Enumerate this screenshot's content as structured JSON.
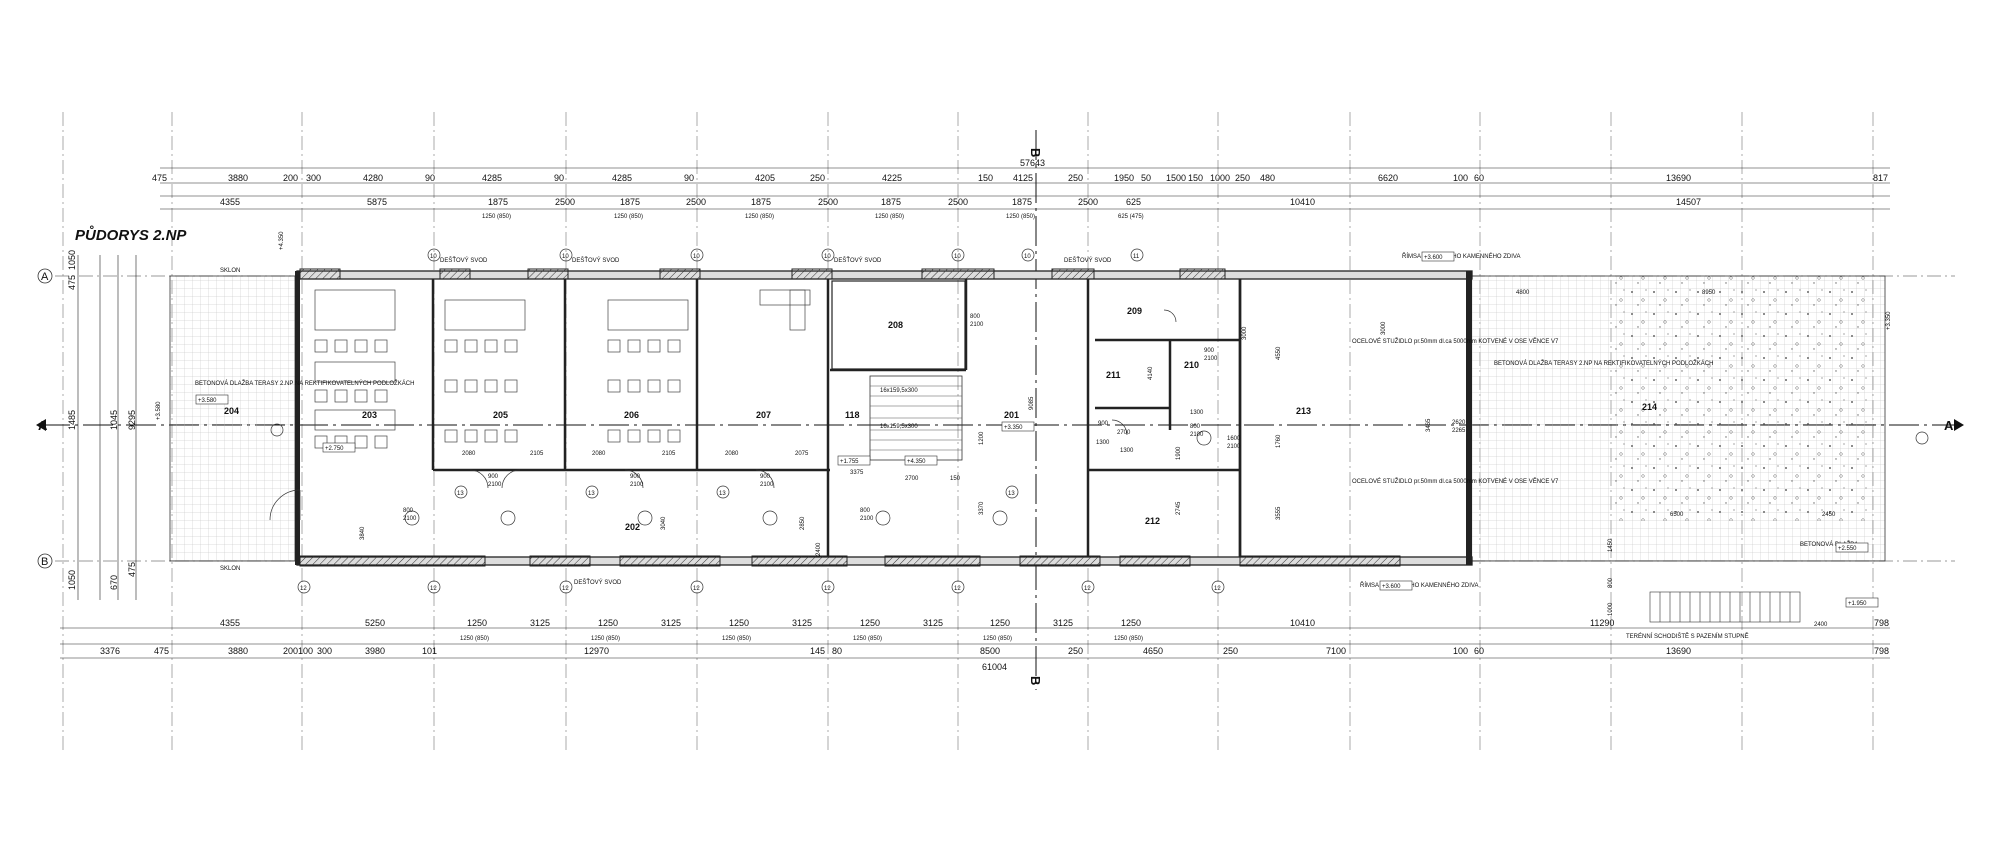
{
  "title": "PŮDORYS 2.NP",
  "grid_rows": [
    {
      "label": "A"
    },
    {
      "label": "B"
    }
  ],
  "section_marks": {
    "aa": "A",
    "bb": "B"
  },
  "top_dims": {
    "row1": [
      "475",
      "3880",
      "200",
      "300",
      "4280",
      "90",
      "4285",
      "90",
      "4285",
      "90",
      "4205",
      "250",
      "4225",
      "150",
      "4125",
      "250",
      "1950",
      "50",
      "1500",
      "150",
      "1000",
      "250",
      "480",
      "6620",
      "100",
      "60",
      "13690",
      "817"
    ],
    "total": "57643",
    "row2": [
      "4355",
      "5875",
      "2500",
      "2500",
      "2500",
      "2500",
      "2500",
      "625",
      "10410",
      "14507"
    ],
    "row3": [
      "1875",
      "1875",
      "1875",
      "1875",
      "1875"
    ],
    "row4": [
      "1250 (850)",
      "1250 (850)",
      "1250 (850)",
      "1250 (850)",
      "1250 (850)",
      "625 (475)"
    ]
  },
  "bottom_dims": {
    "row1": [
      "4355",
      "5250",
      "1250",
      "3125",
      "1250",
      "3125",
      "1250",
      "3125",
      "1250",
      "3125",
      "1250",
      "3125",
      "1250",
      "10410",
      "11290",
      "798"
    ],
    "row2": [
      "1250 (850)",
      "1250 (850)",
      "1250 (850)",
      "1250 (850)",
      "1250 (850)",
      "1250 (850)"
    ],
    "row3": [
      "3376",
      "475",
      "3880",
      "200",
      "100",
      "300",
      "3980",
      "101",
      "12970",
      "145",
      "80",
      "8500",
      "250",
      "4650",
      "250",
      "7100",
      "100",
      "60",
      "13690",
      "798"
    ],
    "total": "61004"
  },
  "left_dims": [
    "475",
    "1050",
    "1045",
    "9295",
    "1485",
    "475",
    "1050",
    "670"
  ],
  "rooms": [
    {
      "id": "204"
    },
    {
      "id": "203"
    },
    {
      "id": "205"
    },
    {
      "id": "206"
    },
    {
      "id": "207"
    },
    {
      "id": "208"
    },
    {
      "id": "118"
    },
    {
      "id": "201"
    },
    {
      "id": "202"
    },
    {
      "id": "209"
    },
    {
      "id": "210"
    },
    {
      "id": "211"
    },
    {
      "id": "212"
    },
    {
      "id": "213"
    },
    {
      "id": "214"
    }
  ],
  "level_marks": [
    "+3.600",
    "+3.350",
    "+2.750",
    "+1.755",
    "+4.350",
    "+3.580",
    "+3.600",
    "+2.550",
    "+1.950",
    "+4.350",
    "+3.580",
    "+3.350"
  ],
  "notes": {
    "desť_svod": "DEŠŤOVÝ SVOD",
    "rimsa": "ŘÍMSA STÁVAJÍCÍHO KAMENNÉHO ZDIVA",
    "terasa_left": "BETONOVÁ DLAŽBA TERASY 2.NP NA REKTIFIKOVATELNÝCH PODLOŽKÁCH",
    "terasa_right": "BETONOVÁ DLAŽBA TERASY 2.NP NA REKTIFIKOVATELNÝCH PODLOŽKÁCH",
    "stitek": "OCELOVÉ STUŽIDLO pr.50mm dl.ca 5000mm KOTVENÉ V OSE VĚNCE V7",
    "schodiste": "TERÉNNÍ SCHODIŠTĚ S PAZENÍM STUPNĚ",
    "stairs1": "16x159,5x300",
    "stairs2": "16x159,5x300",
    "betonova": "BETONOVÁ DLAŽBA",
    "sikma": "SKLON"
  },
  "door_labels": [
    "800",
    "2100",
    "900",
    "2100",
    "800",
    "2100",
    "900",
    "2100",
    "800",
    "2100",
    "900",
    "2100",
    "800",
    "2100",
    "900",
    "2100"
  ],
  "column_markers": [
    "10",
    "10",
    "10",
    "10",
    "10",
    "10",
    "11",
    "12",
    "12",
    "12",
    "12",
    "12",
    "12",
    "12",
    "12",
    "13",
    "13",
    "13",
    "13"
  ],
  "room_inner_dims": [
    "2080",
    "2105",
    "2080",
    "2105",
    "2080",
    "2075",
    "3375",
    "2700",
    "150",
    "2700",
    "1300",
    "900",
    "1300",
    "4550",
    "3000",
    "1760",
    "3555",
    "3465",
    "4800",
    "8950",
    "6500",
    "2450",
    "1450",
    "800",
    "1000",
    "2400",
    "3840",
    "2400",
    "2850",
    "3040",
    "3370",
    "9085",
    "4140",
    "3000",
    "1200",
    "1300",
    "1900",
    "2745",
    "1600",
    "2100",
    "2620",
    "2265"
  ]
}
